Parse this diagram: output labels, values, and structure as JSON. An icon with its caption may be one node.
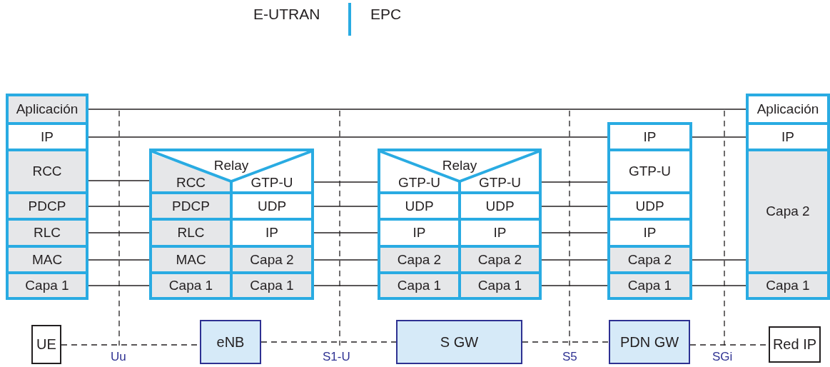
{
  "diagram": {
    "nodes": [
      {
        "text": [],
        "shape": "box"
      },
      {
        "text": [
          "Aplicación"
        ],
        "in": 0
      },
      {
        "text": [
          "IP"
        ],
        "in": 0
      },
      {
        "text": [
          "RCC"
        ],
        "in": 0
      },
      {
        "text": [
          "PDCP"
        ],
        "in": 0
      },
      {
        "text": [
          "RLC"
        ],
        "in": 0
      },
      {
        "text": [
          "MAC"
        ],
        "in": 0
      },
      {
        "text": [
          "Capa 1"
        ],
        "in": 0
      },
      {
        "text": [],
        "shape": "box"
      },
      {
        "text": [
          "Relay"
        ],
        "in": 8
      },
      {
        "text": [
          "RCC"
        ],
        "in": 9
      },
      {
        "text": [
          "GTP-U"
        ],
        "in": 9
      },
      {
        "text": [
          "PDCP"
        ],
        "in": 8
      },
      {
        "text": [
          "UDP"
        ],
        "in": 8
      },
      {
        "text": [
          "RLC"
        ],
        "in": 8
      },
      {
        "text": [
          "IP"
        ],
        "in": 8
      },
      {
        "text": [
          "MAC"
        ],
        "in": 8
      },
      {
        "text": [
          "Capa 2"
        ],
        "in": 8
      },
      {
        "text": [
          "Capa 1"
        ],
        "in": 8
      },
      {
        "text": [
          "Capa 1"
        ],
        "in": 8
      },
      {
        "text": [],
        "shape": "box"
      },
      {
        "text": [
          "Relay"
        ],
        "in": 20
      },
      {
        "text": [
          "GTP-U"
        ],
        "in": 21
      },
      {
        "text": [
          "GTP-U"
        ],
        "in": 21
      },
      {
        "text": [
          "UDP"
        ],
        "in": 20
      },
      {
        "text": [
          "UDP"
        ],
        "in": 20
      },
      {
        "text": [
          "IP"
        ],
        "in": 20
      },
      {
        "text": [
          "IP"
        ],
        "in": 20
      },
      {
        "text": [
          "Capa 2"
        ],
        "in": 20
      },
      {
        "text": [
          "Capa 2"
        ],
        "in": 20
      },
      {
        "text": [
          "Capa 1"
        ],
        "in": 20
      },
      {
        "text": [
          "Capa 1"
        ],
        "in": 20
      },
      {
        "text": [],
        "shape": "box"
      },
      {
        "text": [
          "IP"
        ],
        "in": 32
      },
      {
        "text": [
          "GTP-U"
        ],
        "in": 32
      },
      {
        "text": [
          "UDP"
        ],
        "in": 32
      },
      {
        "text": [
          "IP"
        ],
        "in": 32
      },
      {
        "text": [
          "Capa 2"
        ],
        "in": 32
      },
      {
        "text": [
          "Capa 1"
        ],
        "in": 32
      },
      {
        "text": [],
        "shape": "box"
      },
      {
        "text": [
          "Aplicación"
        ],
        "in": 39
      },
      {
        "text": [
          "IP"
        ],
        "in": 39
      },
      {
        "text": [
          "Capa 2"
        ],
        "in": 39
      },
      {
        "text": [
          "Capa 1"
        ],
        "in": 39
      },
      {
        "text": [
          "UE"
        ]
      },
      {
        "text": [
          "eNB"
        ]
      },
      {
        "text": [
          "S GW"
        ]
      },
      {
        "text": [
          "PDN GW"
        ]
      },
      {
        "text": [
          "Red IP"
        ]
      }
    ],
    "edges": [
      {
        "from": 1,
        "to": 40,
        "arrow": "none"
      },
      {
        "from": 2,
        "to": 33,
        "arrow": "none"
      },
      {
        "from": 33,
        "to": 41,
        "arrow": "none"
      },
      {
        "from": 3,
        "to": 10,
        "arrow": "none"
      },
      {
        "from": 11,
        "to": 22,
        "arrow": "none"
      },
      {
        "from": 23,
        "to": 34,
        "arrow": "none"
      },
      {
        "from": 4,
        "to": 12,
        "arrow": "none"
      },
      {
        "from": 13,
        "to": 24,
        "arrow": "none"
      },
      {
        "from": 25,
        "to": 35,
        "arrow": "none"
      },
      {
        "from": 5,
        "to": 14,
        "arrow": "none"
      },
      {
        "from": 15,
        "to": 26,
        "arrow": "none"
      },
      {
        "from": 27,
        "to": 36,
        "arrow": "none"
      },
      {
        "from": 6,
        "to": 16,
        "arrow": "none"
      },
      {
        "from": 17,
        "to": 28,
        "arrow": "none"
      },
      {
        "from": 29,
        "to": 37,
        "arrow": "none"
      },
      {
        "from": 37,
        "to": 42,
        "arrow": "none"
      },
      {
        "from": 7,
        "to": 18,
        "arrow": "none"
      },
      {
        "from": 19,
        "to": 30,
        "arrow": "none"
      },
      {
        "from": 31,
        "to": 38,
        "arrow": "none"
      },
      {
        "from": 38,
        "to": 43,
        "arrow": "none"
      },
      {
        "from": 44,
        "to": 45,
        "arrow": "none",
        "style": "dashed"
      },
      {
        "from": 45,
        "to": 46,
        "arrow": "none",
        "style": "dashed"
      },
      {
        "from": 46,
        "to": 47,
        "arrow": "none",
        "style": "dashed"
      },
      {
        "from": 47,
        "to": 48,
        "arrow": "none",
        "style": "dashed"
      }
    ],
    "labels": [
      "E-UTRAN",
      "EPC",
      "Uu",
      "S1-U",
      "S5",
      "SGi"
    ]
  }
}
